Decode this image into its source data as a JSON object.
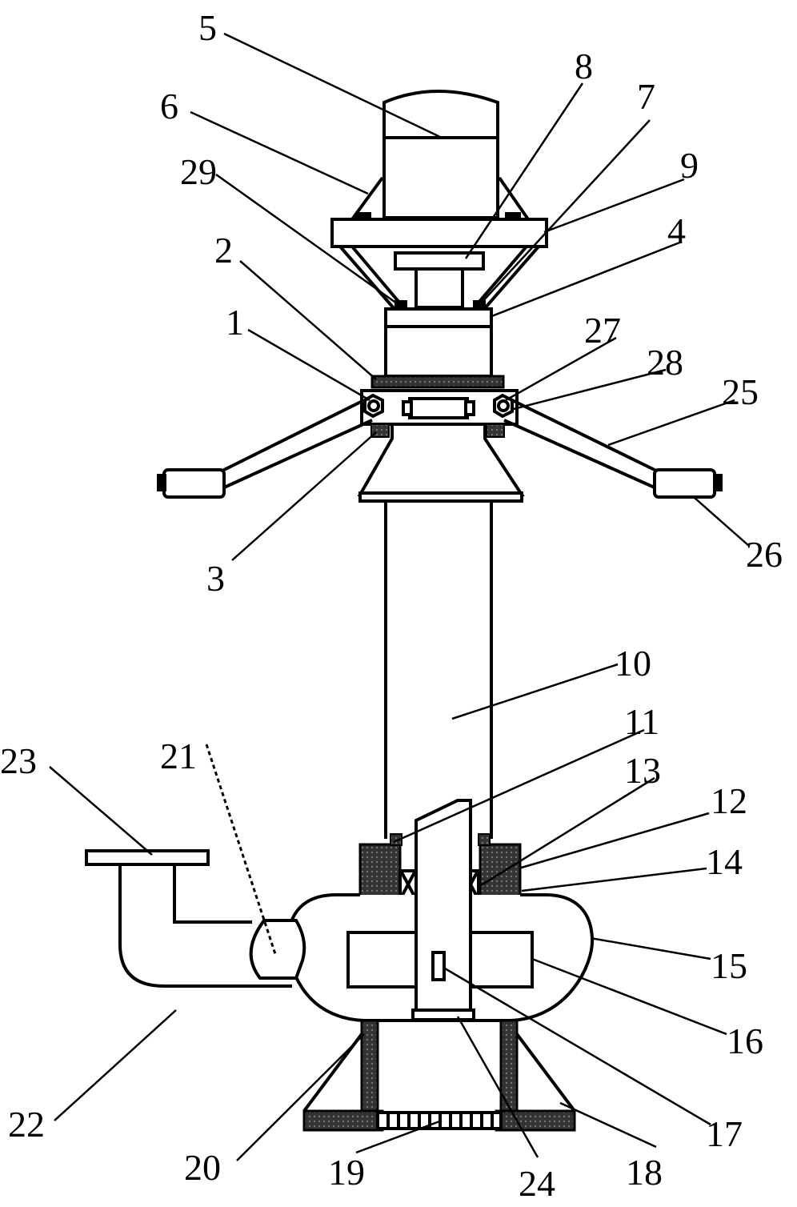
{
  "labels": {
    "l1": "1",
    "l2": "2",
    "l3": "3",
    "l4": "4",
    "l5": "5",
    "l6": "6",
    "l7": "7",
    "l8": "8",
    "l9": "9",
    "l10": "10",
    "l11": "11",
    "l12": "12",
    "l13": "13",
    "l14": "14",
    "l15": "15",
    "l16": "16",
    "l17": "17",
    "l18": "18",
    "l19": "19",
    "l20": "20",
    "l21": "21",
    "l22": "22",
    "l23": "23",
    "l24": "24",
    "l25": "25",
    "l26": "26",
    "l27": "27",
    "l28": "28",
    "l29": "29"
  },
  "colors": {
    "line": "#000000",
    "background": "#ffffff",
    "hatch": "#333333"
  }
}
